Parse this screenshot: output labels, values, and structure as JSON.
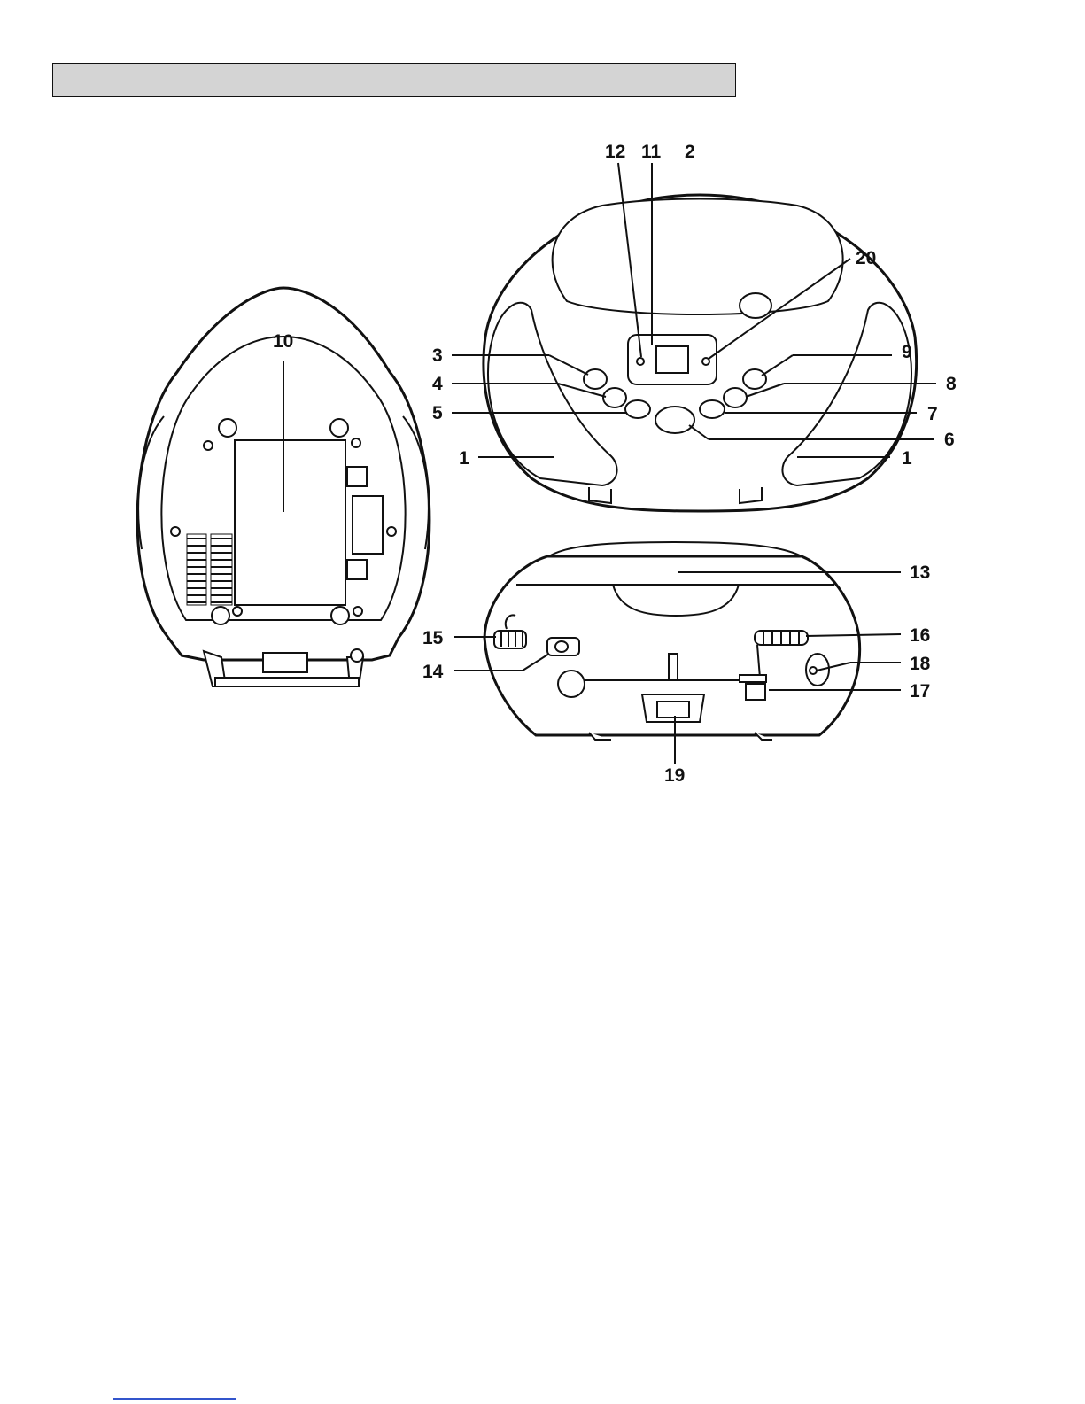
{
  "header": {
    "title": ""
  },
  "callouts": {
    "c1": "1",
    "c2": "2",
    "c3": "3",
    "c4": "4",
    "c5": "5",
    "c6": "6",
    "c7": "7",
    "c8": "8",
    "c9": "9",
    "c10": "10",
    "c11": "11",
    "c12": "12",
    "c13": "13",
    "c14": "14",
    "c15": "15",
    "c16": "16",
    "c17": "17",
    "c18": "18",
    "c19": "19",
    "c20": "20"
  }
}
